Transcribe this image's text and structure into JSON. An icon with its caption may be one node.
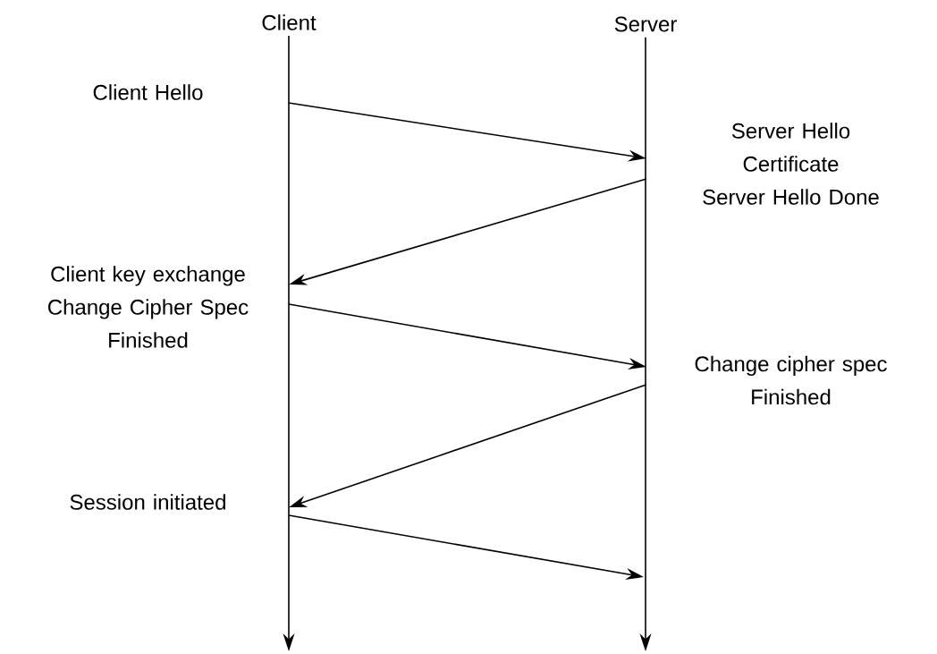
{
  "diagram": {
    "nodes": [
      {
        "text": [
          "Client"
        ]
      },
      {
        "text": [
          "Server"
        ]
      },
      {
        "text": [
          "Client Hello"
        ]
      },
      {
        "text": [
          "Server Hello",
          "Certificate",
          "Server Hello Done"
        ]
      },
      {
        "text": [
          "Client key exchange",
          "Change Cipher Spec",
          "Finished"
        ]
      },
      {
        "text": [
          "Change cipher spec",
          "Finished"
        ]
      },
      {
        "text": [
          "Session initiated"
        ]
      }
    ],
    "edges": [
      {
        "from": 0,
        "to": null,
        "arrow": "to"
      },
      {
        "from": 1,
        "to": null,
        "arrow": "to"
      },
      {
        "from": null,
        "to": 3,
        "arrow": "to"
      },
      {
        "from": 3,
        "to": 4,
        "arrow": "to"
      },
      {
        "from": 4,
        "to": 5,
        "arrow": "to"
      },
      {
        "from": 5,
        "to": 6,
        "arrow": "to"
      },
      {
        "from": 6,
        "to": null,
        "arrow": "to"
      }
    ]
  }
}
